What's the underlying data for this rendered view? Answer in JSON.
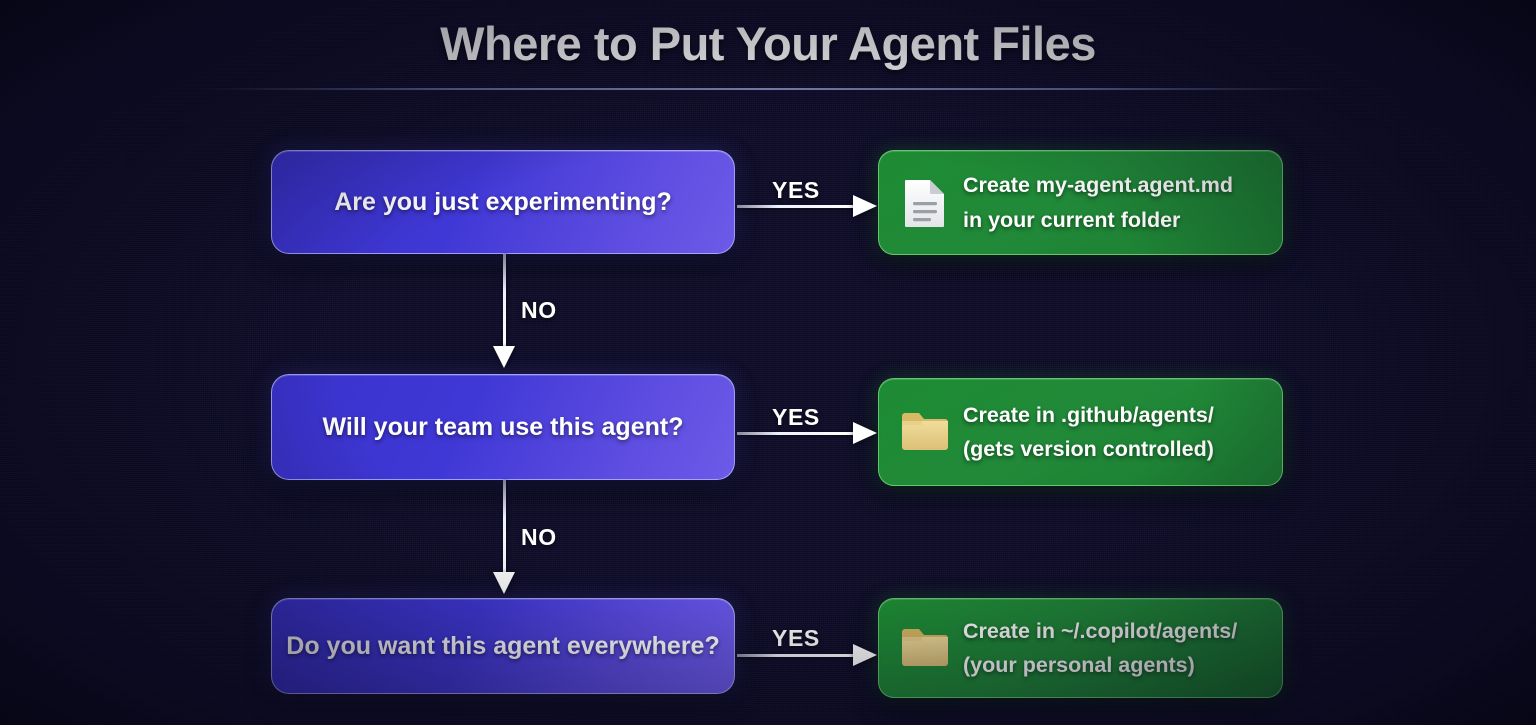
{
  "header": {
    "title": "Where to Put Your Agent Files"
  },
  "flow": {
    "decisions": [
      {
        "label": "Are you just experimenting?"
      },
      {
        "label": "Will your team use this agent?"
      },
      {
        "label": "Do you want this agent everywhere?"
      }
    ],
    "outcomes": [
      {
        "icon": "document-icon",
        "line1": "Create my-agent.agent.md",
        "line2": "in your current folder"
      },
      {
        "icon": "folder-icon",
        "line1": "Create in .github/agents/",
        "line2": "(gets version controlled)"
      },
      {
        "icon": "folder-icon",
        "line1": "Create in ~/.copilot/agents/",
        "line2": "(your personal agents)"
      }
    ],
    "yes_labels": [
      "YES",
      "YES",
      "YES"
    ],
    "no_labels": [
      "NO",
      "NO"
    ]
  },
  "colors": {
    "background_outer": "#0e0c26",
    "background_center": "#2c3865",
    "decision_box_start": "#3a32cc",
    "decision_box_end": "#6d5ae8",
    "outcome_box": "#1d8b33",
    "arrow": "#ffffff",
    "title_text": "#ffffff",
    "folder_icon": "#e8cf86",
    "document_icon": "#f2f3f5"
  }
}
